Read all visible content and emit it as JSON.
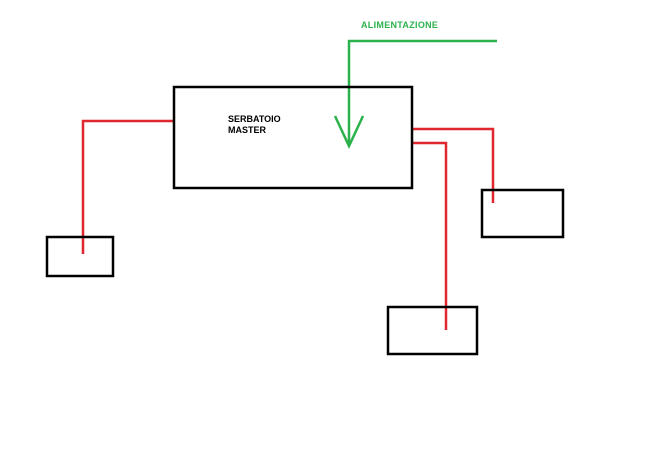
{
  "diagram": {
    "feed_label": "ALIMENTAZIONE",
    "master_tank": {
      "line1": "SERBATOIO",
      "line2": "MASTER"
    },
    "colors": {
      "outline": "#000000",
      "distribution_pipe": "#e0272f",
      "feed_pipe": "#2bb24c"
    }
  }
}
